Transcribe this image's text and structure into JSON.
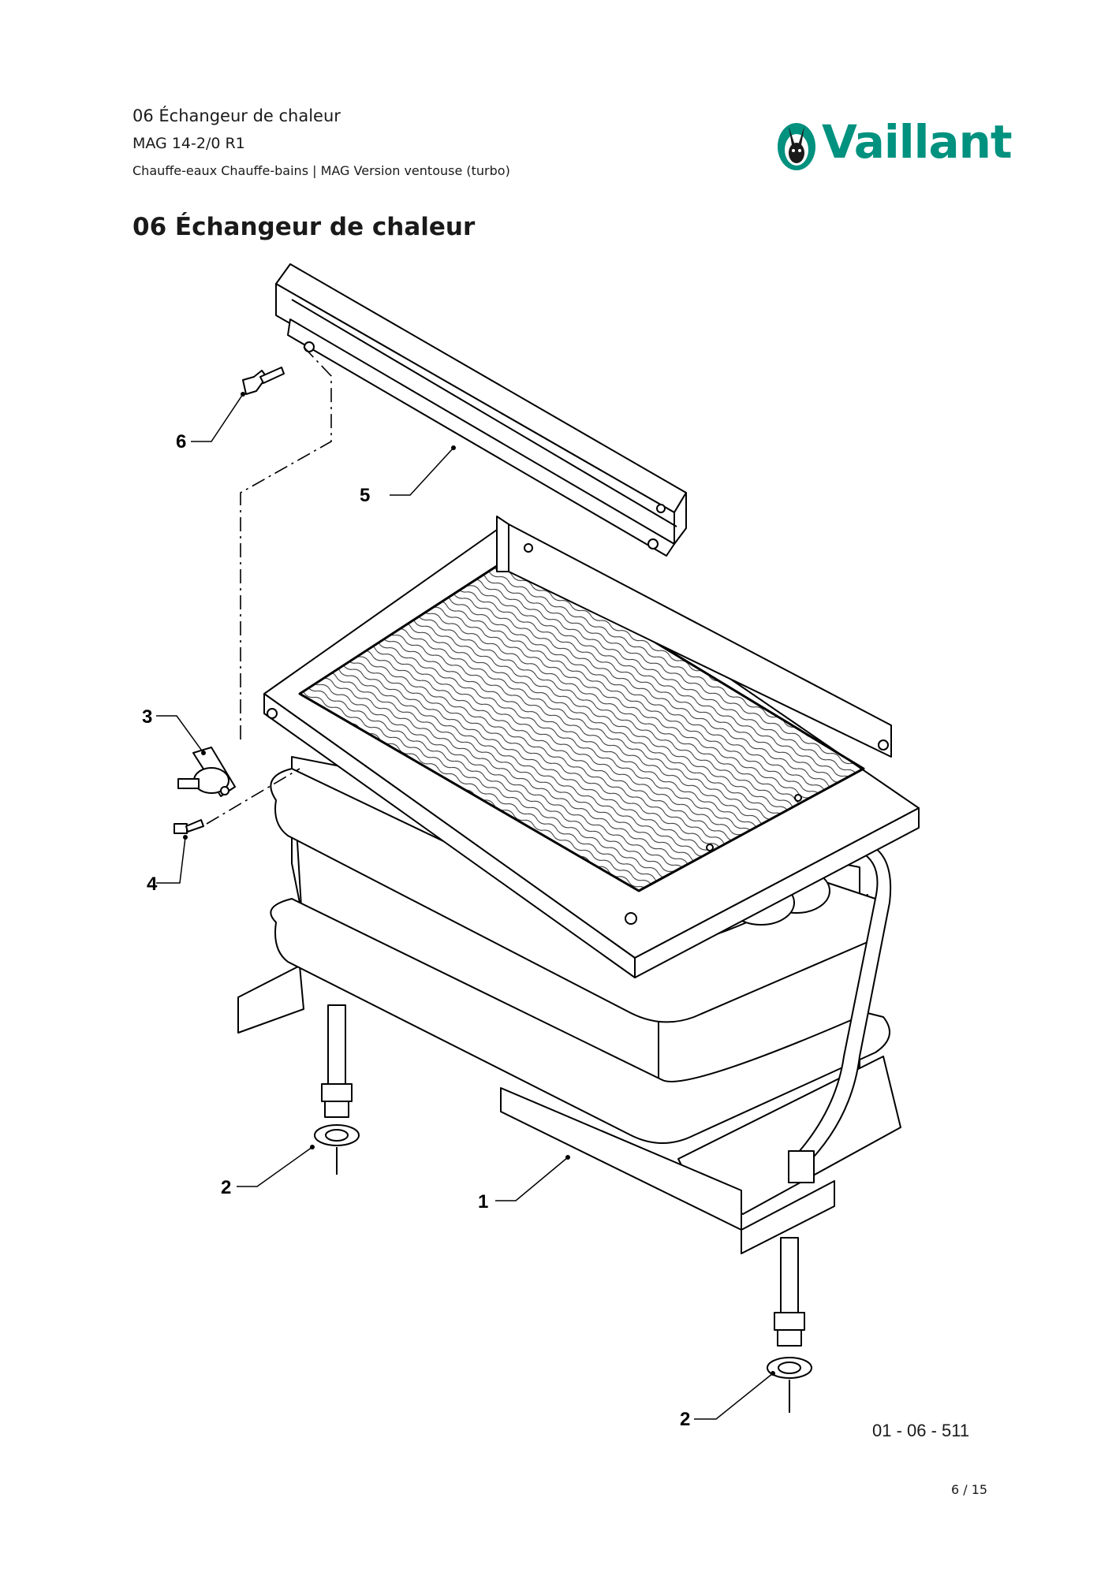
{
  "header": {
    "section": "06 Échangeur de chaleur",
    "model": "MAG 14-2/0 R1",
    "category": "Chauffe-eaux Chauffe-bains | MAG Version ventouse (turbo)"
  },
  "page_title": "06 Échangeur de chaleur",
  "logo": {
    "text": "Vaillant",
    "color": "#00917f"
  },
  "diagram": {
    "callouts": {
      "c1": "1",
      "c2a": "2",
      "c2b": "2",
      "c3": "3",
      "c4": "4",
      "c5": "5",
      "c6": "6"
    },
    "drawing_code": "01 - 06 - 511"
  },
  "footer": {
    "page": "6 / 15"
  }
}
